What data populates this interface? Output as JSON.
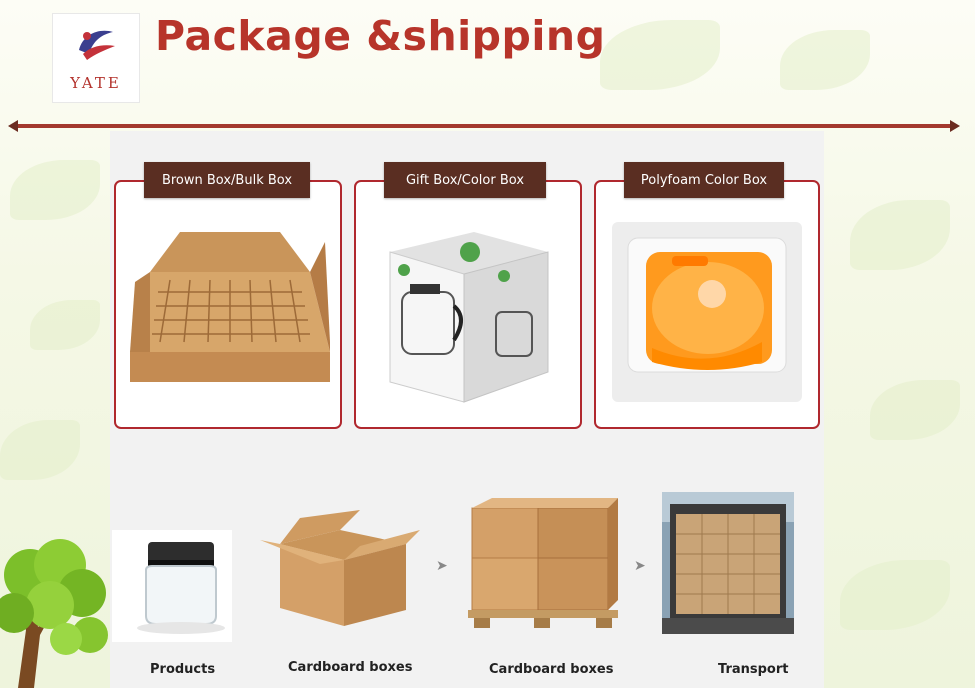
{
  "header": {
    "logo_text": "YATE",
    "title": "Package &shipping"
  },
  "package_types": [
    {
      "label": "Brown Box/Bulk Box"
    },
    {
      "label": "Gift Box/Color Box"
    },
    {
      "label": "Polyfoam Color Box"
    }
  ],
  "process_steps": [
    {
      "caption": "Products"
    },
    {
      "caption": "Cardboard boxes"
    },
    {
      "caption": "Cardboard boxes"
    },
    {
      "caption": "Transport"
    }
  ],
  "arrow_glyph": "➤",
  "colors": {
    "accent": "#b7342a",
    "label_bg": "#5a2e22",
    "card_border": "#b0282e"
  }
}
